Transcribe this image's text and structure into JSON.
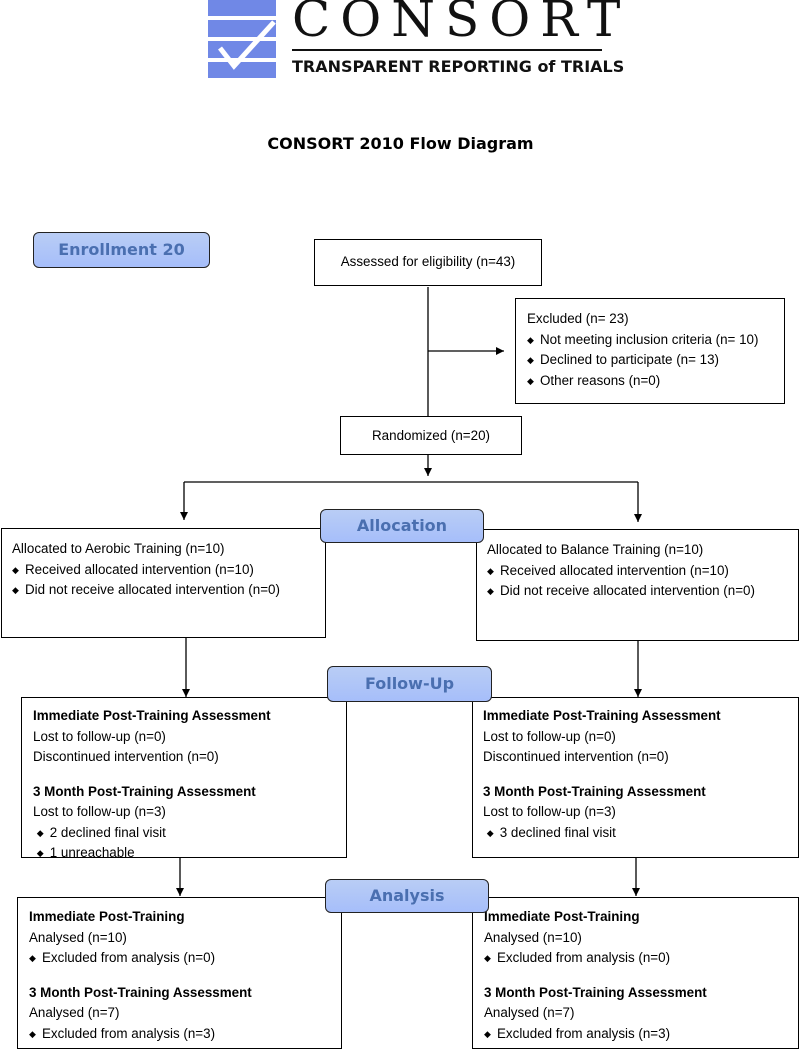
{
  "logo": {
    "wordmark": "CONSORT",
    "tagline": "TRANSPARENT REPORTING of TRIALS",
    "colors": {
      "mark": "#6f86e6",
      "mark_light": "#8fa2ef"
    }
  },
  "title": "CONSORT 2010 Flow Diagram",
  "stages": {
    "enrollment": "Enrollment 20",
    "allocation": "Allocation",
    "followup": "Follow-Up",
    "analysis": "Analysis"
  },
  "assessed": "Assessed for eligibility (n=43)",
  "excluded": {
    "header": "Excluded  (n= 23)",
    "items": [
      "Not meeting inclusion criteria (n= 10)",
      "Declined to participate (n= 13)",
      "Other reasons (n=0)"
    ]
  },
  "randomized": "Randomized (n=20)",
  "allocation": {
    "left": {
      "header": "Allocated to Aerobic Training (n=10)",
      "items": [
        "Received allocated intervention (n=10)",
        "Did not receive allocated intervention (n=0)"
      ]
    },
    "right": {
      "header": "Allocated to Balance Training (n=10)",
      "items": [
        "Received allocated intervention (n=10)",
        "Did not receive allocated intervention (n=0)"
      ]
    }
  },
  "followup": {
    "left": {
      "imm_title": "Immediate Post-Training Assessment",
      "imm_lost": "Lost to follow-up (n=0)",
      "imm_disc": "Discontinued intervention (n=0)",
      "m3_title": "3 Month Post-Training Assessment",
      "m3_lost": "Lost to follow-up (n=3)",
      "items": [
        "2 declined final visit",
        "1 unreachable"
      ]
    },
    "right": {
      "imm_title": "Immediate Post-Training Assessment",
      "imm_lost": "Lost to follow-up (n=0)",
      "imm_disc": "Discontinued intervention (n=0)",
      "m3_title": "3 Month Post-Training Assessment",
      "m3_lost": "Lost to follow-up (n=3)",
      "items": [
        "3 declined final visit"
      ]
    }
  },
  "analysis": {
    "left": {
      "imm_title": "Immediate Post-Training",
      "imm_analysed": "Analysed  (n=10)",
      "imm_excluded": "Excluded from analysis (n=0)",
      "m3_title": "3 Month Post-Training Assessment",
      "m3_analysed": "Analysed  (n=7)",
      "m3_excluded": "Excluded from analysis (n=3)"
    },
    "right": {
      "imm_title": "Immediate Post-Training",
      "imm_analysed": "Analysed  (n=10)",
      "imm_excluded": "Excluded from analysis (n=0)",
      "m3_title": "3 Month Post-Training Assessment",
      "m3_analysed": "Analysed  (n=7)",
      "m3_excluded": "Excluded from analysis (n=3)"
    }
  }
}
